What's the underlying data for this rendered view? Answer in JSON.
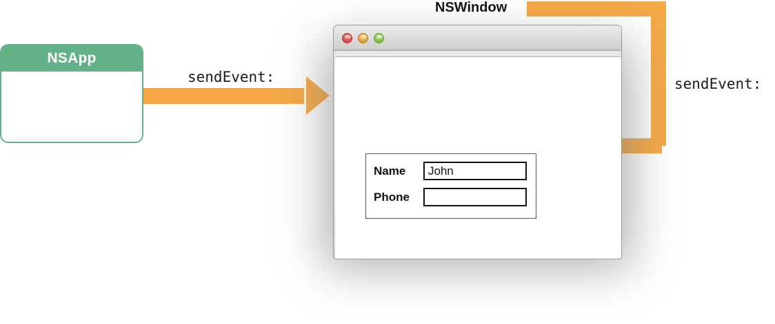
{
  "diagram": {
    "title_nswindow": "NSWindow",
    "nsapp": {
      "title": "NSApp"
    },
    "arrows": [
      {
        "label": "sendEvent:",
        "from": "NSApp",
        "to": "NSWindow",
        "direction": "right"
      },
      {
        "label": "sendEvent:",
        "from": "NSWindow",
        "to": "name-field",
        "direction": "left"
      }
    ],
    "colors": {
      "arrow_orange": "#f5a845",
      "nsapp_green": "#63b187",
      "window_gray": "#d0d0d0",
      "text_black": "#111111"
    }
  },
  "window": {
    "traffic_lights": [
      {
        "name": "close",
        "color": "#e1544c"
      },
      {
        "name": "minimize",
        "color": "#e8a33a"
      },
      {
        "name": "zoom",
        "color": "#8cc152"
      }
    ],
    "form": {
      "rows": [
        {
          "label": "Name",
          "value": "John",
          "placeholder": ""
        },
        {
          "label": "Phone",
          "value": "",
          "placeholder": ""
        }
      ]
    }
  }
}
